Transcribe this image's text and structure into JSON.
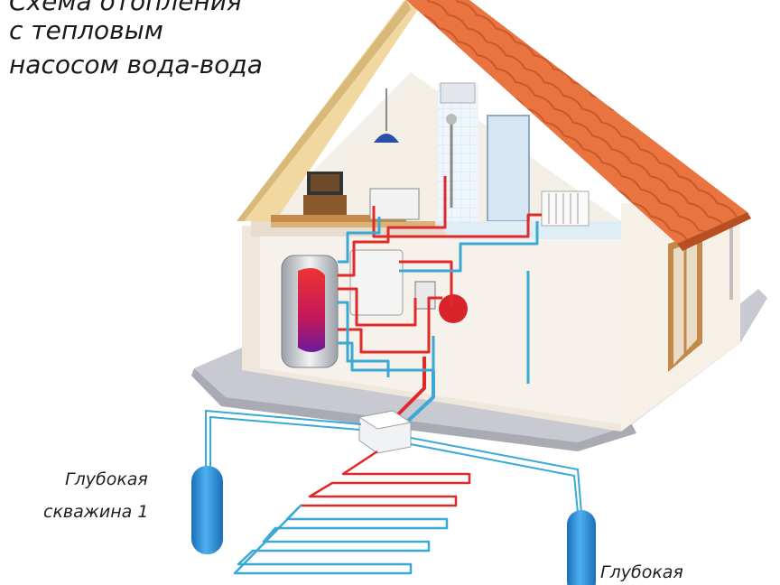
{
  "title": {
    "lines": [
      "Схема отопления",
      "с тепловым",
      "насосом вода-вода"
    ]
  },
  "labels": {
    "well_1": [
      "Глубокая",
      "скважина 1"
    ],
    "well_2": [
      "Глубокая"
    ]
  },
  "colors": {
    "roof": "#e8703a",
    "wall": "#f3ece2",
    "ground": "#c9cad3",
    "hot_pipe": "#e02a2a",
    "cold_pipe": "#3aa9d6",
    "well": "#2f8fd6"
  }
}
